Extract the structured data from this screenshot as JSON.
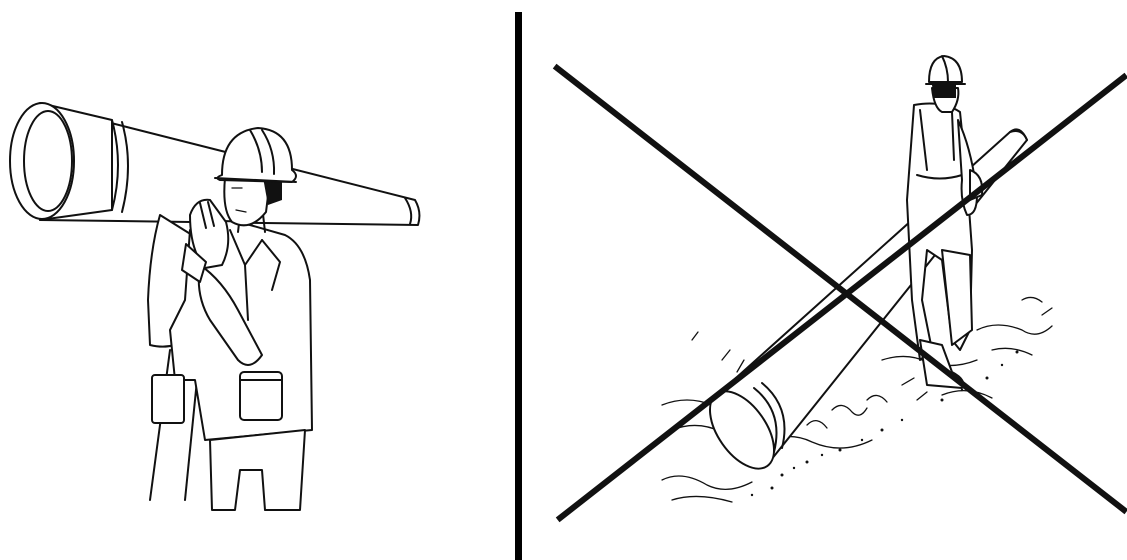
{
  "panels": [
    {
      "id": "correct",
      "icon": "worker-carrying-pipe-on-shoulder-icon",
      "state": "allowed"
    },
    {
      "id": "incorrect",
      "icon": "worker-dragging-pipe-on-ground-icon",
      "state": "prohibited",
      "overlay": "cross-out-icon"
    }
  ],
  "colors": {
    "line": "#111111",
    "background": "#ffffff",
    "divider": "#000000"
  }
}
